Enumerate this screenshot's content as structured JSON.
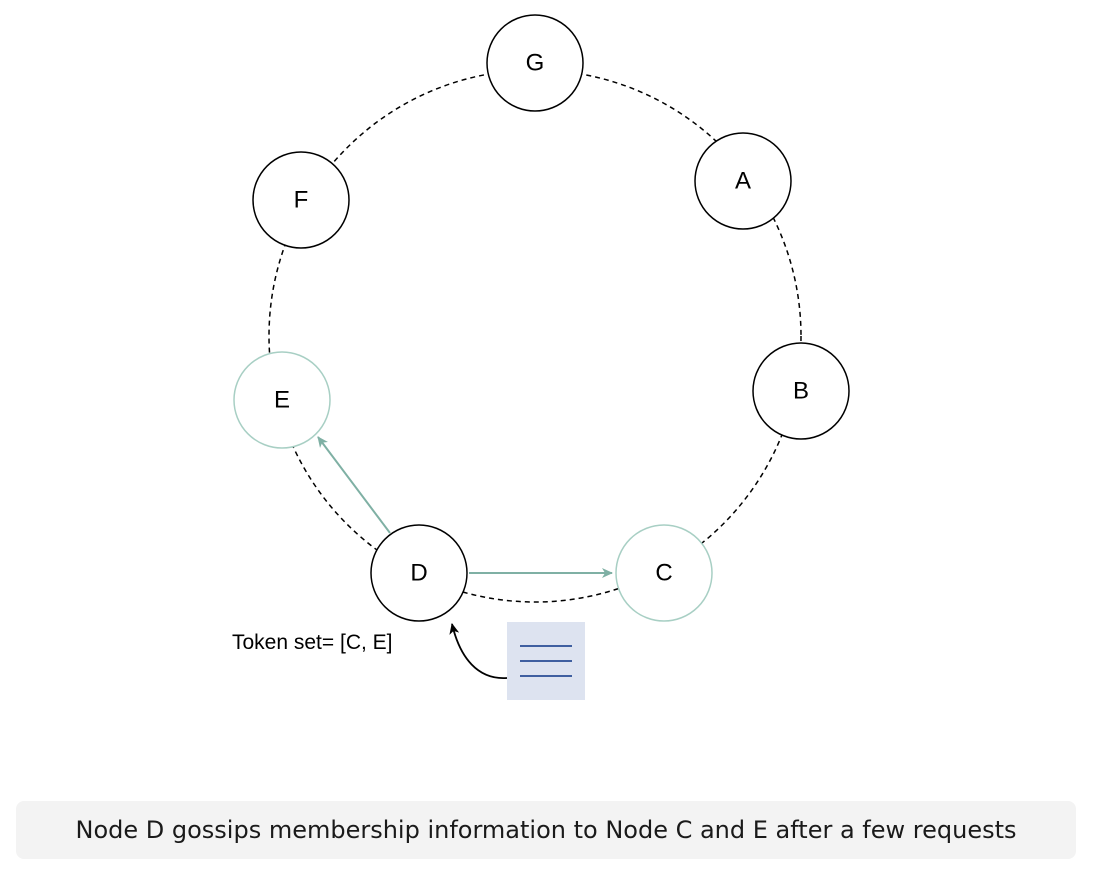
{
  "diagram": {
    "nodes": [
      {
        "id": "G",
        "label": "G",
        "highlighted": false
      },
      {
        "id": "A",
        "label": "A",
        "highlighted": false
      },
      {
        "id": "B",
        "label": "B",
        "highlighted": false
      },
      {
        "id": "C",
        "label": "C",
        "highlighted": true
      },
      {
        "id": "D",
        "label": "D",
        "highlighted": false
      },
      {
        "id": "E",
        "label": "E",
        "highlighted": true
      },
      {
        "id": "F",
        "label": "F",
        "highlighted": false
      }
    ],
    "arrows": [
      {
        "from": "D",
        "to": "C",
        "color": "#7fb0a4"
      },
      {
        "from": "D",
        "to": "E",
        "color": "#7fb0a4"
      },
      {
        "from": "request",
        "to": "D",
        "color": "#000000"
      }
    ],
    "token_set_label": "Token set= [C, E]",
    "colors": {
      "node_border": "#000000",
      "highlight_border": "#a8cfc4",
      "gossip_arrow": "#7fb0a4",
      "request_fill": "#dde3f0",
      "request_lines": "#3f5fa0",
      "ring": "#000000"
    },
    "icons": {
      "request": "document-icon"
    }
  },
  "caption": {
    "text": "Node D gossips membership information to Node C and E after a few requests"
  }
}
